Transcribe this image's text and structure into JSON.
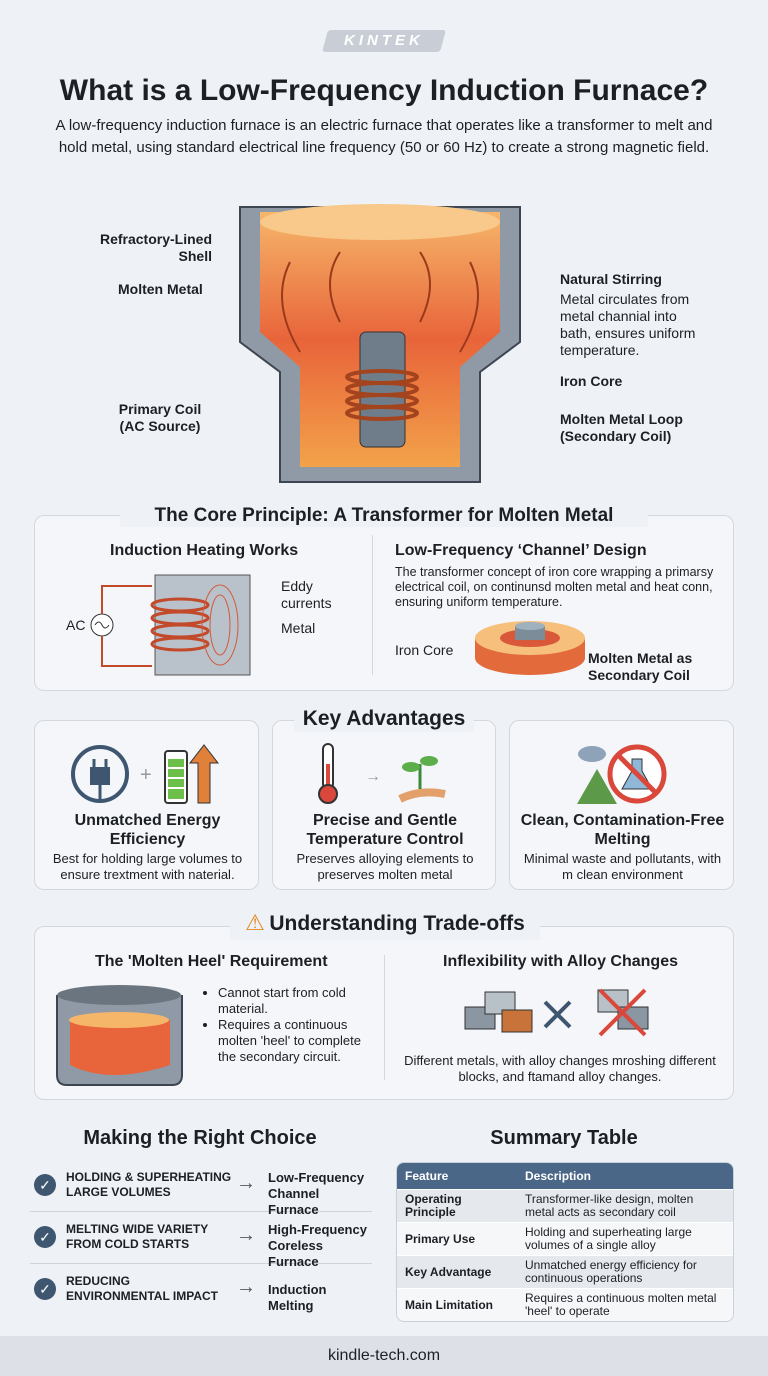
{
  "brand": "KINTEK",
  "title": "What is a Low-Frequency Induction Furnace?",
  "subtitle": "A low-frequency induction furnace is an electric furnace that operates like a transformer to melt and hold metal, using standard electrical line frequency (50 or 60 Hz) to create a strong magnetic field.",
  "diagram": {
    "refractory": "Refractory-Lined Shell",
    "molten": "Molten Metal",
    "primary_coil": "Primary Coil (AC Source)",
    "stirring_title": "Natural Stirring",
    "stirring_desc": "Metal circulates from metal channial into bath, ensures uniform temperature.",
    "iron_core": "Iron Core",
    "loop": "Molten Metal Loop (Secondary Coil)"
  },
  "core": {
    "title": "The Core Principle: A Transformer for Molten Metal",
    "left_title": "Induction Heating Works",
    "eddy": "Eddy currents",
    "metal": "Metal",
    "ac": "AC",
    "right_title": "Low-Frequency ‘Channel’ Design",
    "right_desc": "The transformer concept of iron core wrapping a primarsy electrical coil, on continunsd molten metal and heat conn, ensuring uniform temperature.",
    "iron_core": "Iron Core",
    "secondary": "Molten Metal as Secondary Coil"
  },
  "advantages": {
    "title": "Key Advantages",
    "cards": [
      {
        "title": "Unmatched Energy Efficiency",
        "desc": "Best for holding large volumes to ensure trextment with naterial.",
        "icon": "plug-battery-icon"
      },
      {
        "title": "Precise and Gentle Temperature Control",
        "desc": "Preserves alloying elements to preserves molten metal",
        "icon": "thermometer-plant-icon"
      },
      {
        "title": "Clean, Contamination-Free Melting",
        "desc": "Minimal waste and pollutants, with m clean environment",
        "icon": "no-pollution-icon"
      }
    ]
  },
  "tradeoffs": {
    "title": "Understanding Trade-offs",
    "left_title": "The 'Molten Heel' Requirement",
    "bullets": [
      "Cannot start from cold material.",
      "Requires a continuous molten 'heel' to complete the secondary circuit."
    ],
    "right_title": "Inflexibility with Alloy Changes",
    "right_desc": "Different metals, with alloy changes mroshing different blocks, and ftamand alloy changes."
  },
  "choice": {
    "title": "Making the Right Choice",
    "items": [
      {
        "need": "HOLDING & SUPERHEATING LARGE VOLUMES",
        "result": "Low-Frequency Channel Furnace"
      },
      {
        "need": "MELTING WIDE VARIETY FROM COLD STARTS",
        "result": "High-Frequency Coreless Furnace"
      },
      {
        "need": "REDUCING ENVIRONMENTAL IMPACT",
        "result": "Induction Melting"
      }
    ]
  },
  "summary": {
    "title": "Summary Table",
    "headers": [
      "Feature",
      "Description"
    ],
    "rows": [
      [
        "Operating Principle",
        "Transformer-like design, molten metal acts as secondary coil"
      ],
      [
        "Primary Use",
        "Holding and superheating large volumes of a single alloy"
      ],
      [
        "Key Advantage",
        "Unmatched energy efficiency for continuous operations"
      ],
      [
        "Main Limitation",
        "Requires a continuous molten metal 'heel' to operate"
      ]
    ]
  },
  "footer": "kindle-tech.com"
}
